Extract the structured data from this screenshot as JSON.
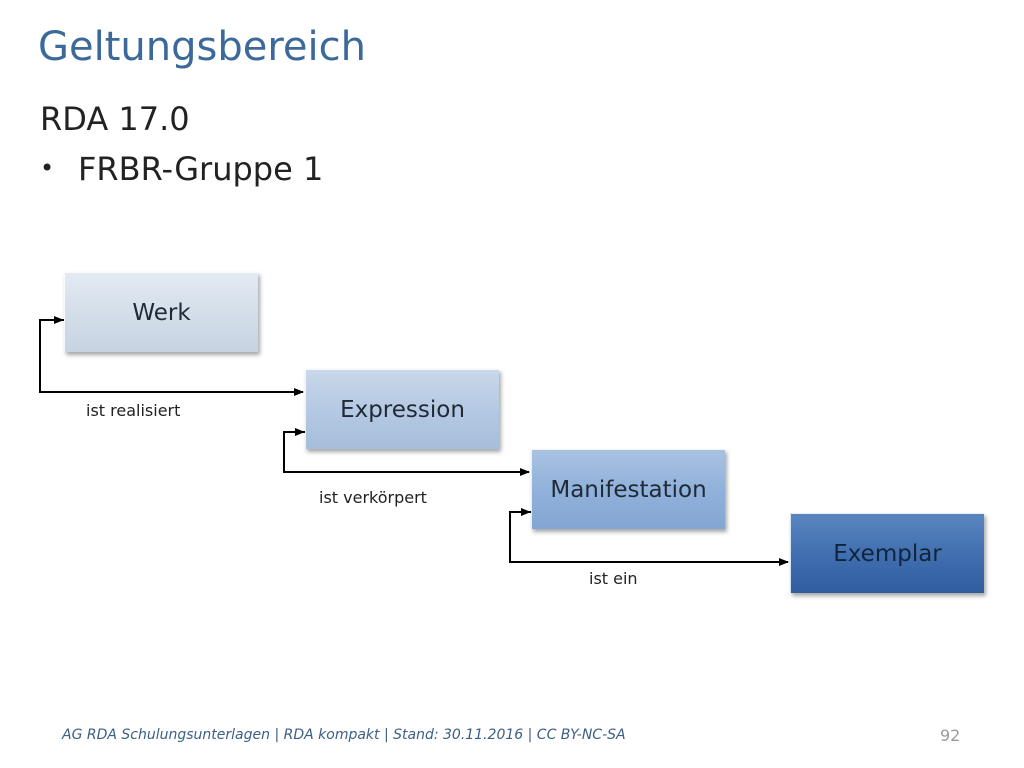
{
  "slide": {
    "title": "Geltungsbereich",
    "subtitle": "RDA 17.0",
    "bullet_symbol": "•",
    "bullet_text": "FRBR-Gruppe 1"
  },
  "diagram": {
    "nodes": [
      {
        "id": "werk",
        "label": "Werk"
      },
      {
        "id": "expression",
        "label": "Expression"
      },
      {
        "id": "manifestation",
        "label": "Manifestation"
      },
      {
        "id": "exemplar",
        "label": "Exemplar"
      }
    ],
    "edges": [
      {
        "from": "werk",
        "to": "expression",
        "label": "ist realisiert"
      },
      {
        "from": "expression",
        "to": "manifestation",
        "label": "ist verkörpert"
      },
      {
        "from": "manifestation",
        "to": "exemplar",
        "label": "ist ein"
      }
    ],
    "colors": {
      "werk": "#d3dde9",
      "expression": "#b3c8e2",
      "manifestation": "#8fb0da",
      "exemplar": "#3f6dae",
      "title": "#3b6a9a"
    }
  },
  "footer": {
    "text": "AG RDA Schulungsunterlagen | RDA kompakt | Stand: 30.11.2016 | CC BY-NC-SA",
    "page_number": "92"
  }
}
